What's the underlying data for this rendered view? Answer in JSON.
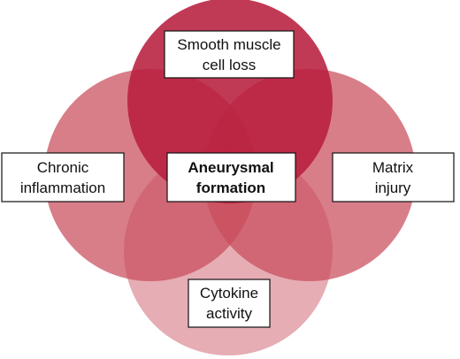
{
  "diagram": {
    "circles": [
      {
        "name": "top-circle",
        "topic": "Smooth muscle cell loss",
        "color": "#b81f3d",
        "opacity": 0.88
      },
      {
        "name": "left-circle",
        "topic": "Chronic inflammation",
        "color": "#c94c5c",
        "opacity": 0.72
      },
      {
        "name": "right-circle",
        "topic": "Matrix injury",
        "color": "#c94c5c",
        "opacity": 0.72
      },
      {
        "name": "bottom-circle",
        "topic": "Cytokine activity",
        "color": "#d77a86",
        "opacity": 0.62
      }
    ],
    "labels": {
      "center": [
        "Aneurysmal",
        "formation"
      ],
      "top": [
        "Smooth muscle",
        "cell loss"
      ],
      "left": [
        "Chronic",
        "inflammation"
      ],
      "right": [
        "Matrix",
        "injury"
      ],
      "bottom": [
        "Cytokine",
        "activity"
      ]
    }
  }
}
